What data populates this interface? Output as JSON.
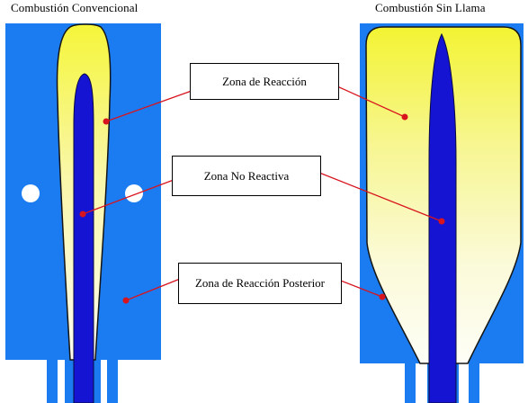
{
  "panels": {
    "left_title": "Combustión  Convencional",
    "right_title": "Combustión  Sin Llama"
  },
  "labels": {
    "reaction_zone": "Zona de Reacción",
    "non_reactive_zone": "Zona No Reactiva",
    "post_reaction_zone": "Zona de Reacción Posterior"
  },
  "colors": {
    "chamber_blue": "#1a7cf0",
    "fuel_jet_blue": "#1414d2",
    "flame_yellow": "#f5f53a",
    "marker_red": "#d8141e"
  }
}
